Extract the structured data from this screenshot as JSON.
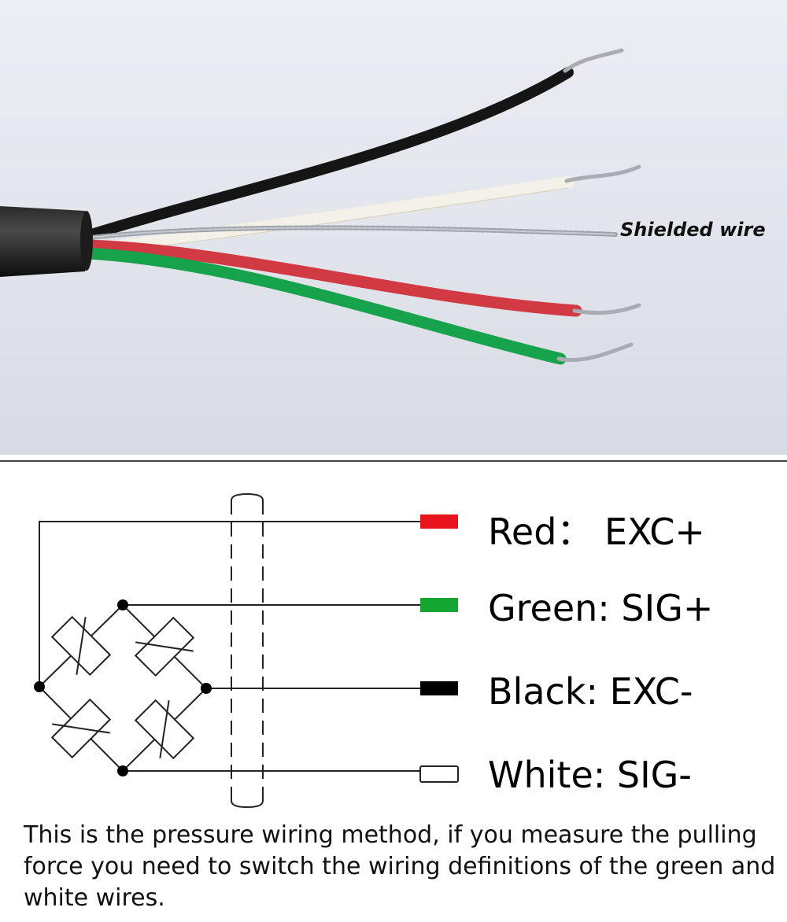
{
  "photo": {
    "shield_label": "Shielded wire"
  },
  "legend": [
    {
      "text": "Red：  EXC+",
      "swatch": "#e8141c"
    },
    {
      "text": "Green: SIG+",
      "swatch": "#14a532"
    },
    {
      "text": "Black: EXC-",
      "swatch": "#000000"
    },
    {
      "text": "White: SIG-",
      "swatch": "#ffffff"
    }
  ],
  "note": "This is the pressure wiring method, if you measure the pulling force you need to switch the wiring definitions of the green and white wires.",
  "colors": {
    "red_wire": "#d3303a",
    "green_wire": "#15a34a",
    "black_wire": "#1a1a1a",
    "white_wire": "#f1efe6",
    "background": "#e3e5ec"
  }
}
